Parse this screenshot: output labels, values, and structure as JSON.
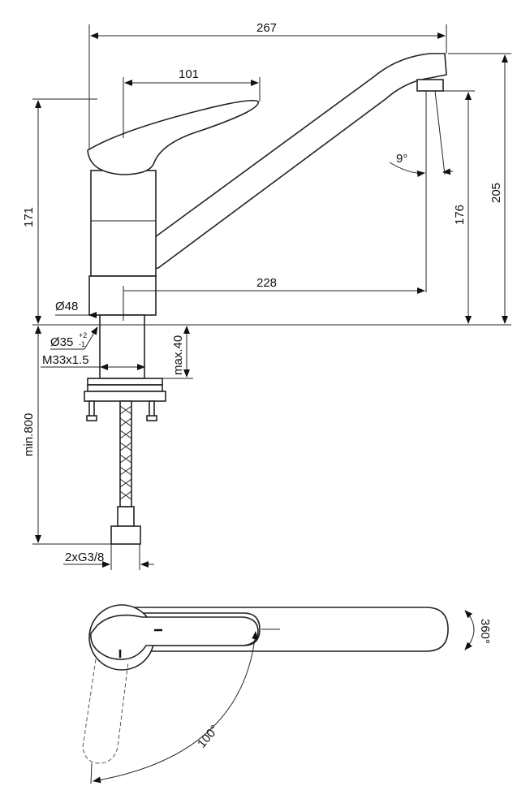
{
  "title": "Kitchen mixer tap dimension drawing",
  "dimensions": {
    "overall_length": "267",
    "lever_length": "101",
    "body_height": "171",
    "spout_angle": "9°",
    "overall_height": "205",
    "spout_outlet_height": "176",
    "spout_reach": "228",
    "base_diameter": "Ø48",
    "hole_diameter": "Ø35",
    "hole_tol_plus": "+2",
    "hole_tol_minus": "-1",
    "thread": "M33x1.5",
    "max_deck_thickness": "max.40",
    "min_hose_length": "min.800",
    "connection": "2xG3/8",
    "lever_rotation": "100°",
    "spout_rotation": "360°"
  }
}
